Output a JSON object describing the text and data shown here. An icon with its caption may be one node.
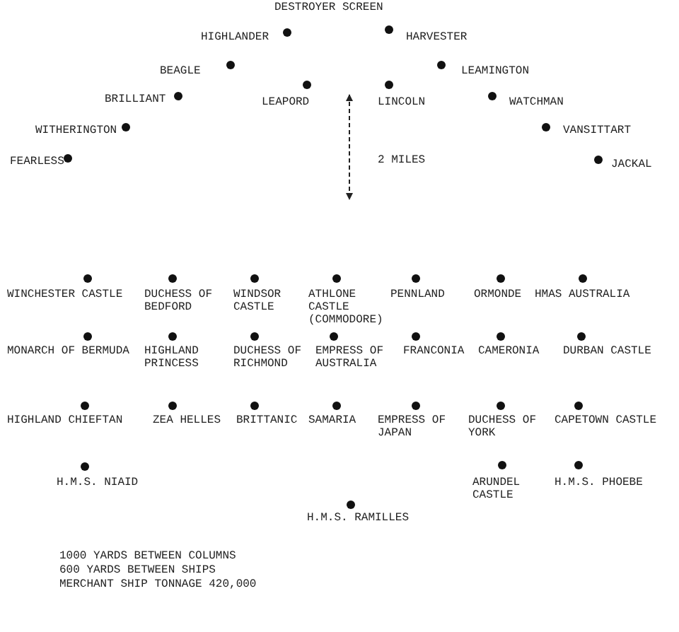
{
  "diagram": {
    "title": "DESTROYER SCREEN",
    "labels": [
      "HIGHLANDER",
      "HARVESTER",
      "BEAGLE",
      "LEAMINGTON",
      "BRILLIANT",
      "LEAPORD",
      "LINCOLN",
      "WATCHMAN",
      "WITHERINGTON",
      "VANSITTART",
      "FEARLESS",
      "2 MILES",
      "JACKAL",
      "WINCHESTER CASTLE",
      "DUCHESS OF BEDFORD",
      "WINDSOR CASTLE",
      "ATHLONE CASTLE (COMMODORE)",
      "PENNLAND",
      "ORMONDE",
      "HMAS AUSTRALIA",
      "MONARCH OF BERMUDA",
      "HIGHLAND PRINCESS",
      "DUCHESS OF RICHMOND",
      "EMPRESS OF AUSTRALIA",
      "FRANCONIA",
      "CAMERONIA",
      "DURBAN CASTLE",
      "HIGHLAND CHIEFTAN",
      "ZEA HELLES",
      "BRITTANIC",
      "SAMARIA",
      "EMPRESS OF JAPAN",
      "DUCHESS OF YORK",
      "CAPETOWN CASTLE",
      "H.M.S. NIAID",
      "ARUNDEL CASTLE",
      "H.M.S. PHOEBE",
      "H.M.S. RAMILLES",
      "1000 YARDS BETWEEN COLUMNS",
      "600 YARDS BETWEEN SHIPS",
      "MERCHANT SHIP TONNAGE 420,000"
    ]
  }
}
